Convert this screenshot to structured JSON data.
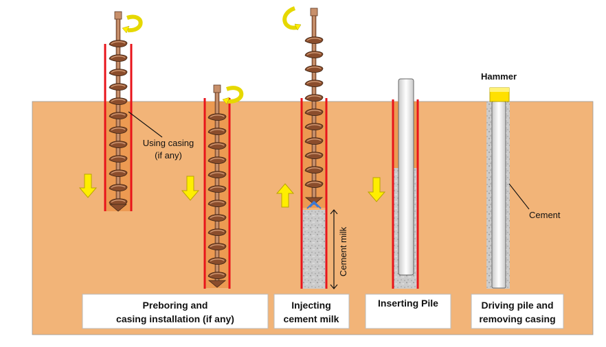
{
  "labels": {
    "hammer": "Hammer",
    "using_casing_line1": "Using casing",
    "using_casing_line2": "(if any)",
    "cement_milk_side": "Cement milk",
    "cement": "Cement"
  },
  "steps": [
    {
      "line1": "Preboring and",
      "line2": "casing installation (if any)"
    },
    {
      "line1": "Injecting",
      "line2": "cement milk"
    },
    {
      "line1": "Inserting Pile",
      "line2": ""
    },
    {
      "line1": "Driving pile and",
      "line2": "removing casing"
    }
  ],
  "colors": {
    "soil": "#f2b478",
    "casing": "#e8141b",
    "auger": "#a86a45",
    "arrow": "#ffee00",
    "cement": "#c9c9c9",
    "pile": "#e8e8e8",
    "hammer": "#ffe000"
  }
}
